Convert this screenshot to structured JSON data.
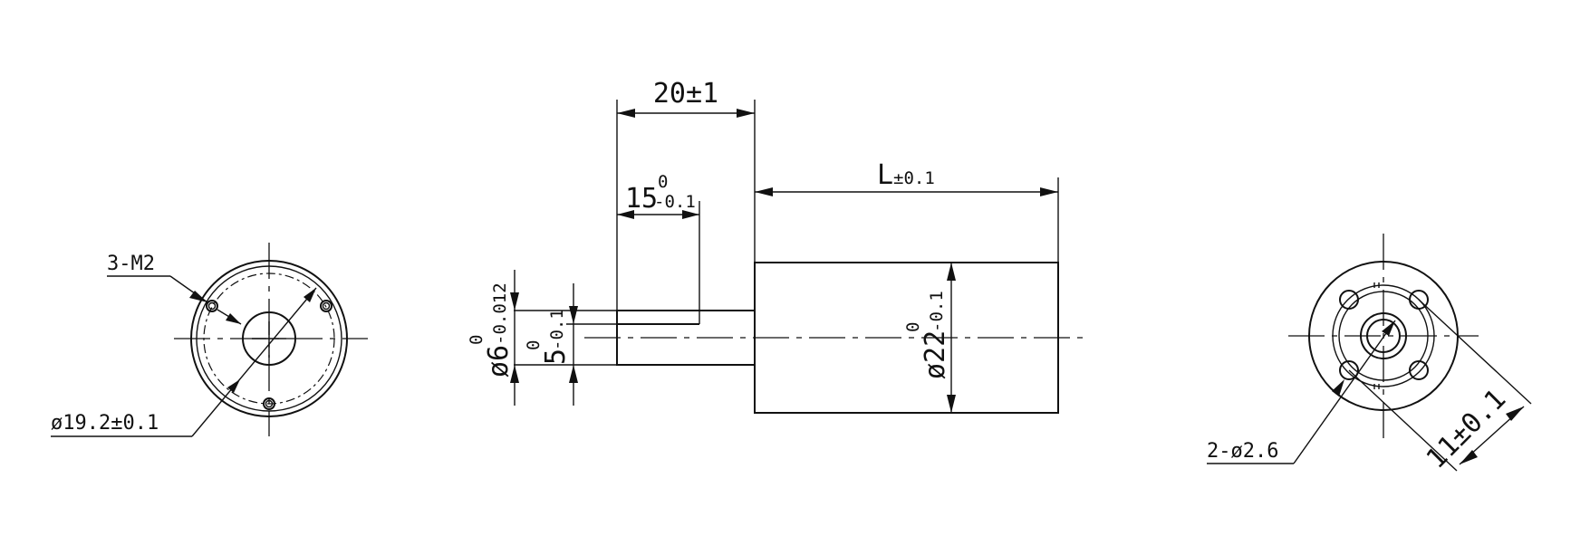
{
  "left_view": {
    "thread_callout": "3-M2",
    "diameter_callout": "ø19.2±0.1"
  },
  "side_view": {
    "length_20": "20±1",
    "length_15": {
      "main": "15",
      "upper": "0",
      "lower": "-0.1"
    },
    "length_L": {
      "main": "L",
      "tol": "±0.1"
    },
    "dia_6": {
      "main": "ø6",
      "upper": "0",
      "lower": "-0.012"
    },
    "dim_5": {
      "main": "5",
      "upper": "0",
      "lower": "-0.1"
    },
    "dia_22": {
      "main": "ø22",
      "upper": "0",
      "lower": "-0.1"
    }
  },
  "right_view": {
    "holes_callout": "2-ø2.6",
    "distance_callout": "11±0.1"
  }
}
